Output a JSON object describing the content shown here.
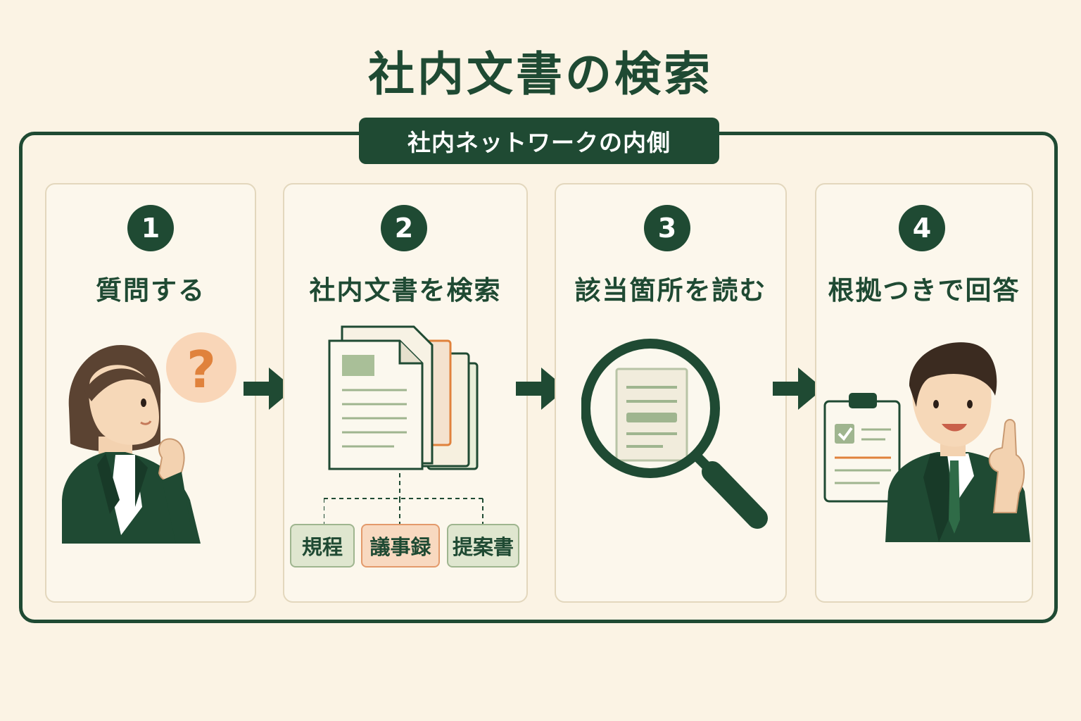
{
  "title": "社内文書の検索",
  "network_label": "社内ネットワークの内側",
  "steps": [
    {
      "number": "1",
      "label": "質問する"
    },
    {
      "number": "2",
      "label": "社内文書を検索"
    },
    {
      "number": "3",
      "label": "該当箇所を読む"
    },
    {
      "number": "4",
      "label": "根拠つきで回答"
    }
  ],
  "question_mark": "?",
  "document_tags": [
    "規程",
    "議事録",
    "提案書"
  ],
  "colors": {
    "background": "#fbf3e4",
    "primary_green": "#1f4a33",
    "accent_orange": "#e0823c",
    "panel_border": "#e3d7bd"
  }
}
